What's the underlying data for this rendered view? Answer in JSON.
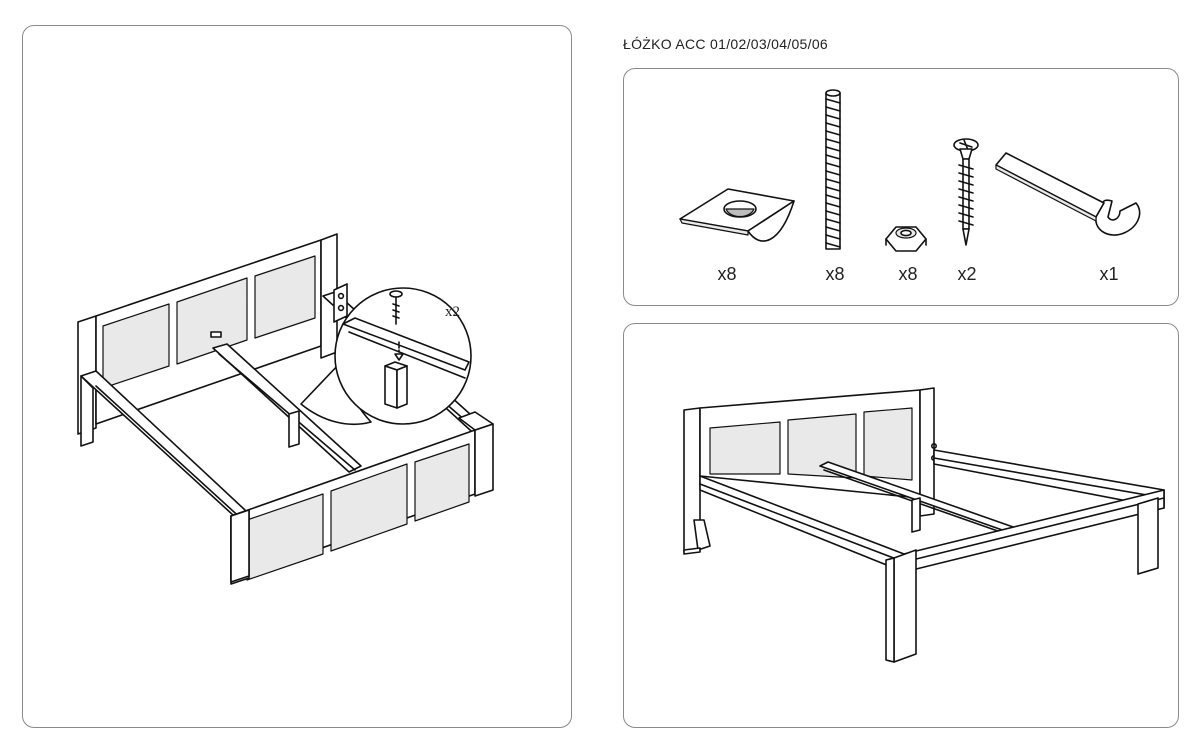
{
  "title": "ŁÓŻKO ACC 01/02/03/04/05/06",
  "callout": {
    "quantity": "x2"
  },
  "parts": [
    {
      "icon": "cam-nut-icon",
      "quantity": "x8"
    },
    {
      "icon": "threaded-rod-icon",
      "quantity": "x8"
    },
    {
      "icon": "hex-nut-icon",
      "quantity": "x8"
    },
    {
      "icon": "wood-screw-icon",
      "quantity": "x2"
    },
    {
      "icon": "wrench-icon",
      "quantity": "x1"
    }
  ]
}
